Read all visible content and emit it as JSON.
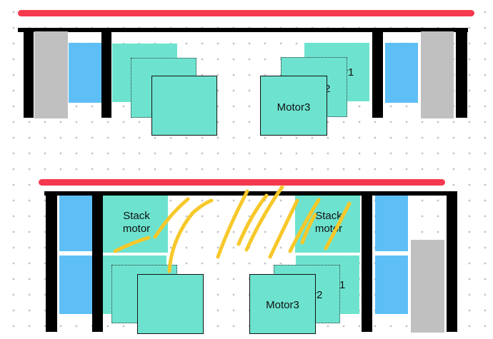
{
  "colors": {
    "red_bar": "#f4394f",
    "frame": "#000000",
    "panel_gray": "#c0c0c0",
    "panel_blue": "#5ebff6",
    "motor": "#6de3cf",
    "scribble": "#f7c82a"
  },
  "top_diagram": {
    "motor3_label": "Motor3",
    "motor1_partial_label": "r1",
    "motor2_partial_label": "2"
  },
  "bottom_diagram": {
    "stack_motor_left_label": "Stack motor",
    "stack_motor_right_label": "Stack motor",
    "motor3_label": "Motor3",
    "motor1_partial_label": "1",
    "motor2_partial_label": "r2"
  }
}
